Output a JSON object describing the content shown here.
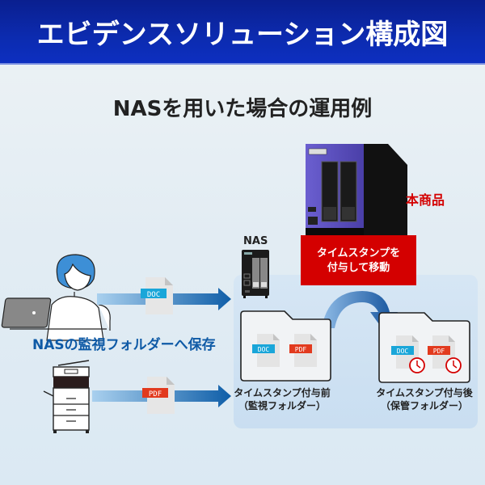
{
  "header": {
    "title": "エビデンスソリューション構成図"
  },
  "subtitle": "NASを用いた場合の運用例",
  "product": {
    "label": "本商品",
    "action_line1": "タイムスタンプを",
    "action_line2": "付与して移動"
  },
  "nas": {
    "label": "NAS"
  },
  "pc_flow": {
    "label": "NASの監視フォルダーへ保存",
    "file_tag": "DOC"
  },
  "mfp_flow": {
    "file_tag": "PDF"
  },
  "folders": {
    "before": {
      "line1": "タイムスタンプ付与前",
      "line2": "（監視フォルダー）",
      "files": [
        "DOC",
        "PDF"
      ]
    },
    "after": {
      "line1": "タイムスタンプ付与後",
      "line2": "（保管フォルダー）",
      "files": [
        "DOC",
        "PDF"
      ]
    }
  },
  "colors": {
    "header_bg": "#0c2bb0",
    "accent_red": "#d40000",
    "accent_blue": "#0e5aa6",
    "doc_tag": "#1aa6d9",
    "pdf_tag": "#e23a1e",
    "panel_bg": "#d0e3f3"
  }
}
